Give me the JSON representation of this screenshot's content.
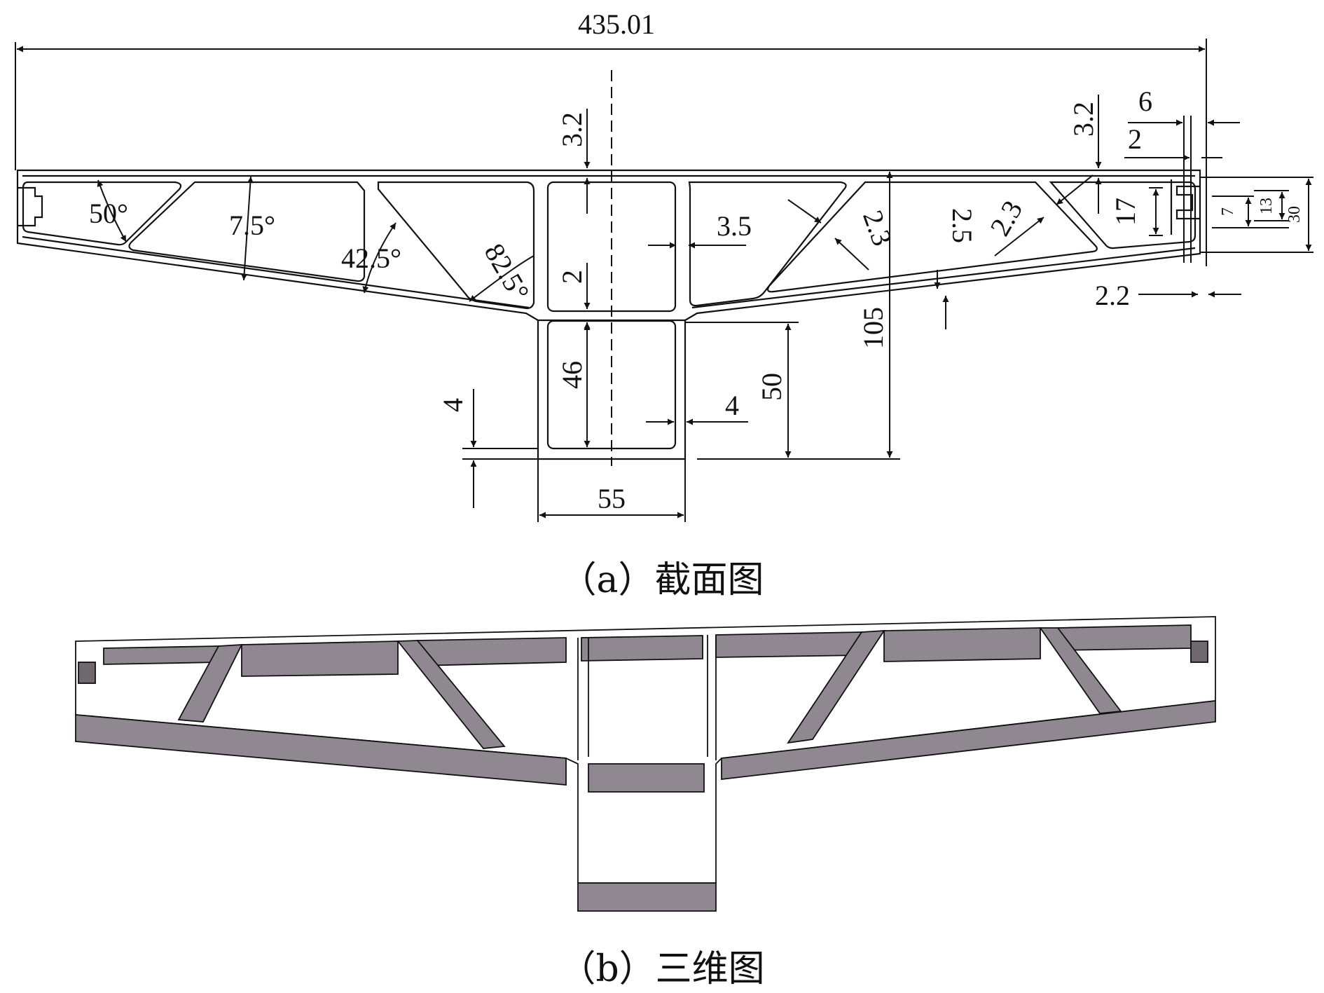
{
  "figure": {
    "caption_a": "（a）截面图",
    "caption_b": "（b）三维图",
    "colors": {
      "line": "#111111",
      "fill": "#8f8890",
      "fill_dark": "#6f686f",
      "background": "#ffffff"
    }
  },
  "dimensions": {
    "overall_width": "435.01",
    "top_center_thickness": "3.2",
    "top_right_thickness": "3.2",
    "lip_6": "6",
    "lip_2": "2",
    "angle_50": "50°",
    "angle_7_5": "7.5°",
    "angle_42_5": "42.5°",
    "angle_82_5": "82.5°",
    "web_3_5": "3.5",
    "center_web_2": "2",
    "rib_2_3_left": "2.3",
    "bottom_2_5": "2.5",
    "rib_2_3_right": "2.3",
    "slot_17": "17",
    "slot_7": "7",
    "slot_13": "13",
    "slot_30": "30",
    "edge_2_2": "2.2",
    "height_105": "105",
    "box_46": "46",
    "box_50": "50",
    "bottom_4_left": "4",
    "wall_4_right": "4",
    "stem_55": "55"
  }
}
